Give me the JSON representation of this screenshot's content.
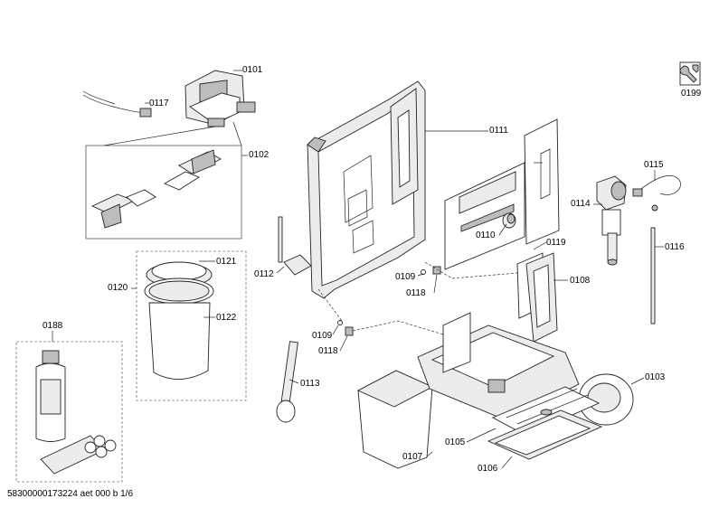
{
  "footer": "58300000173224 aet 000 b 1/6",
  "labels": {
    "p0101": "0101",
    "p0117": "0117",
    "p0102": "0102",
    "p0199": "0199",
    "p0111": "0111",
    "p0115": "0115",
    "p0114": "0114",
    "p0110": "0110",
    "p0119": "0119",
    "p0116": "0116",
    "p0121": "0121",
    "p0120": "0120",
    "p0122": "0122",
    "p0112": "0112",
    "p0109a": "0109",
    "p0118a": "0118",
    "p0108": "0108",
    "p0188": "0188",
    "p0109b": "0109",
    "p0118b": "0118",
    "p0113": "0113",
    "p0103": "0103",
    "p0107": "0107",
    "p0105": "0105",
    "p0106": "0106"
  },
  "icons": {
    "service": "wrench-icon"
  }
}
